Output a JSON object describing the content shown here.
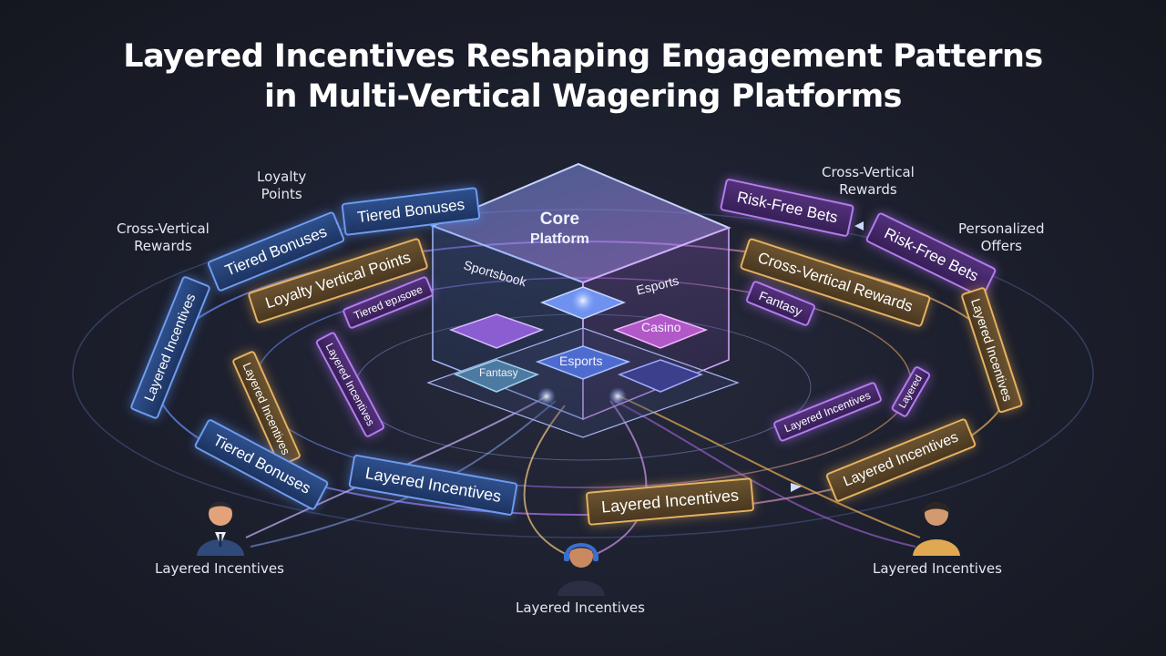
{
  "title": {
    "line1": "Layered Incentives Reshaping Engagement Patterns",
    "line2": "in Multi-Vertical Wagering Platforms"
  },
  "core": {
    "label_line1": "Core",
    "label_line2": "Platform",
    "verticals": {
      "sportsbook": "Sportsbook",
      "esports_top": "Esports",
      "casino": "Casino",
      "esports_center": "Esports",
      "fantasy": "Fantasy"
    }
  },
  "left_tags": {
    "tiered_top": "Tiered Bonuses",
    "tiered_upper": "Tiered Bonuses",
    "loyalty_vertical": "Loyalty Vertical Points",
    "tiered_small": "Tiered ɐpɹsoɐe",
    "layered_outer": "Layered Incentives",
    "layered_mid": "Layered Incentives",
    "layered_inner": "Layered Incentives",
    "tiered_lower": "Tiered Bonuses",
    "layered_bottom": "Layered Incentives"
  },
  "right_tags": {
    "risk_free_top": "Risk-Free Bets",
    "risk_free_side": "Risk-Free Bets",
    "cross_vertical": "Cross-Vertical Rewards",
    "fantasy": "Fantasy",
    "layered_outer": "Layered Incentives",
    "layered_inner": "Layered Incentives",
    "layered_small": "Layered",
    "layered_lower": "Layered Incentives",
    "layered_bottom": "Layered Incentives"
  },
  "notes": {
    "loyalty_points": "Loyalty\nPoints",
    "cross_vertical_left": "Cross-Vertical\nRewards",
    "cross_vertical_right": "Cross-Vertical\nRewards",
    "personalized_offers": "Personalized\nOffers"
  },
  "users": {
    "left_label": "Layered Incentives",
    "center_label": "Layered Incentives",
    "right_label": "Layered Incentives"
  },
  "colors": {
    "blue": "#5b8cf0",
    "gold": "#e0a850",
    "purple": "#b06ef0",
    "background": "#1b1e2b"
  }
}
